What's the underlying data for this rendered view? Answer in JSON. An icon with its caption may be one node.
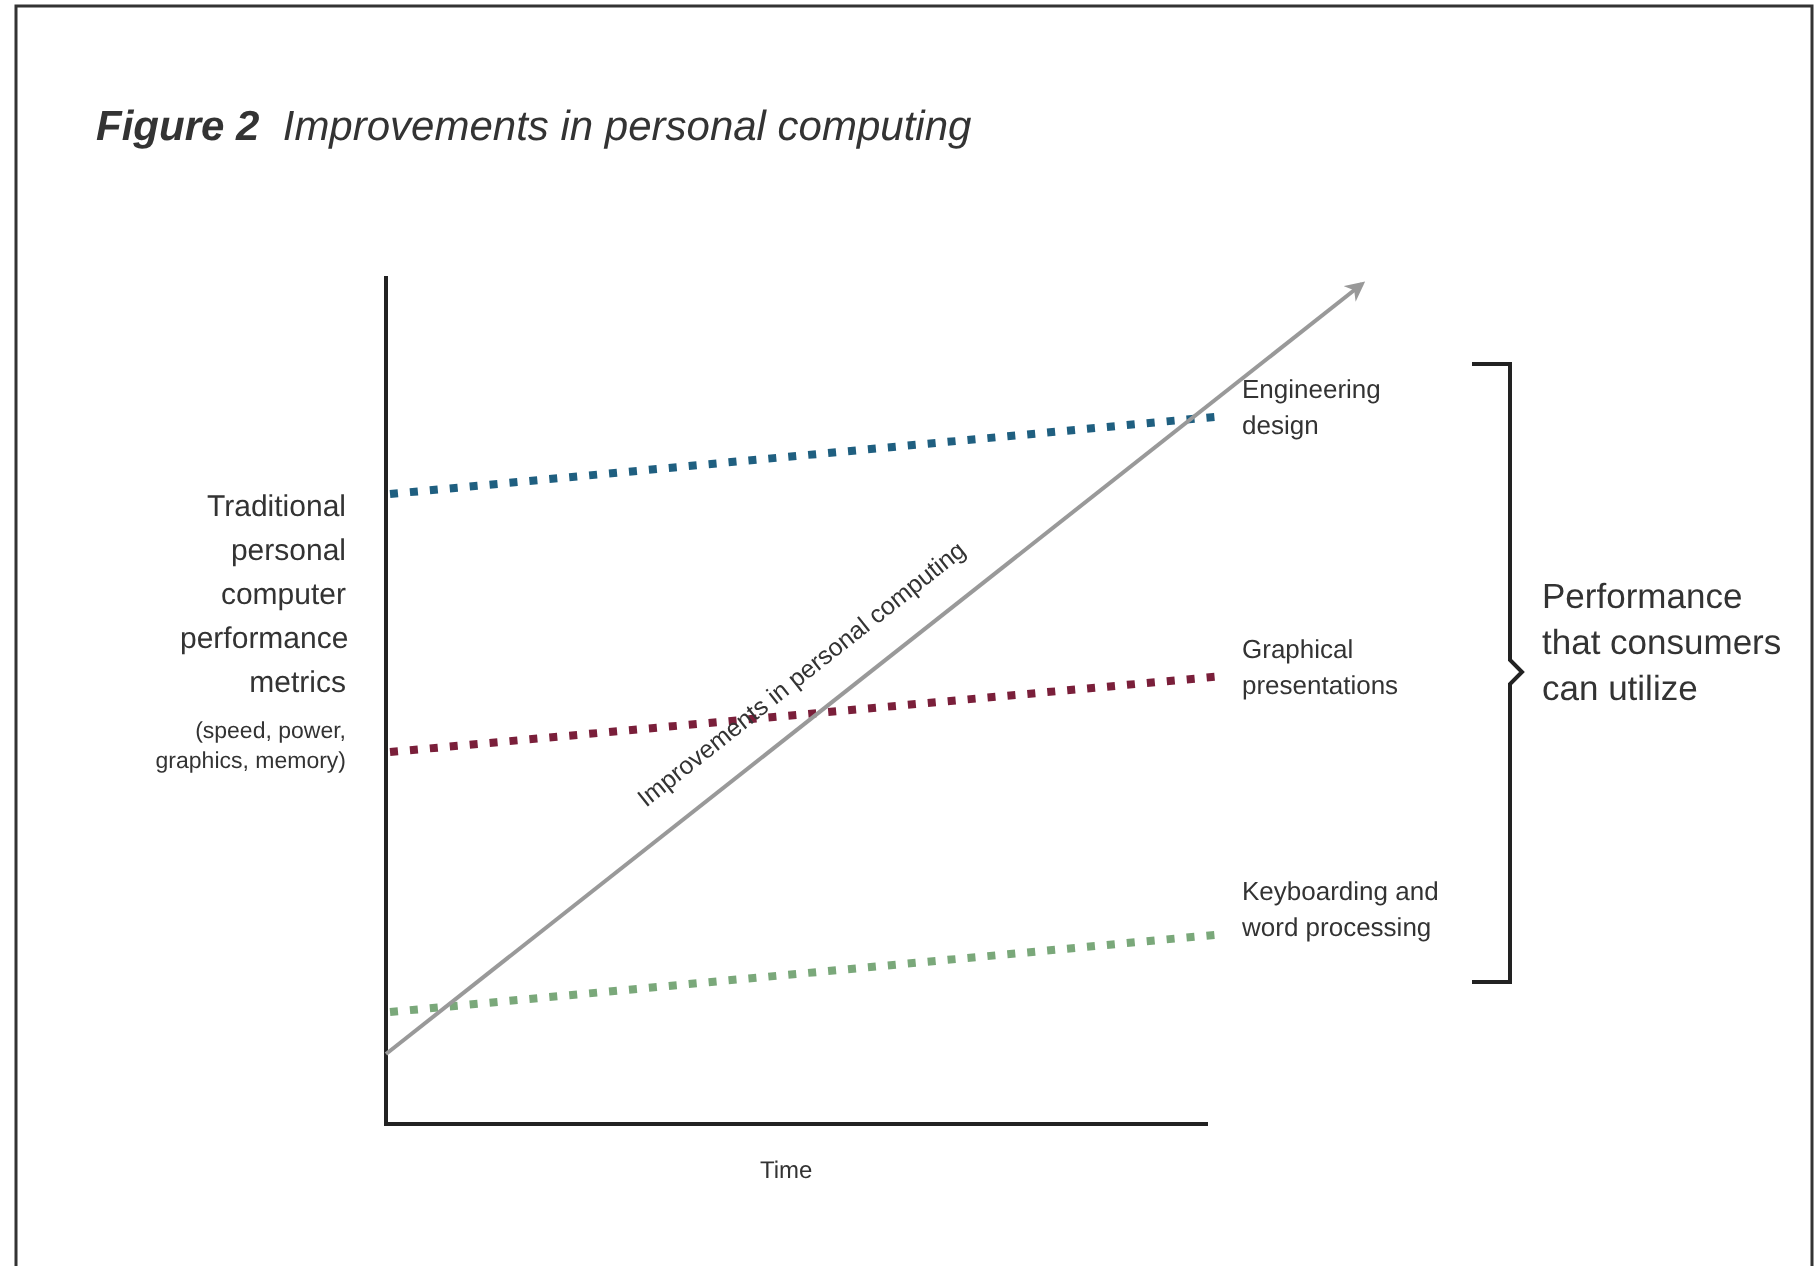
{
  "diagram": {
    "title": "**Figure 2**  Improvements in personal computing",
    "labels": [
      "Traditional personal computer performance metrics",
      "(speed, power, graphics, memory)",
      "Time",
      "Improvements in personal computing",
      "Engineering design",
      "Graphical presentations",
      "Keyboarding and word processing",
      "Performance that consumers can utilize"
    ]
  }
}
